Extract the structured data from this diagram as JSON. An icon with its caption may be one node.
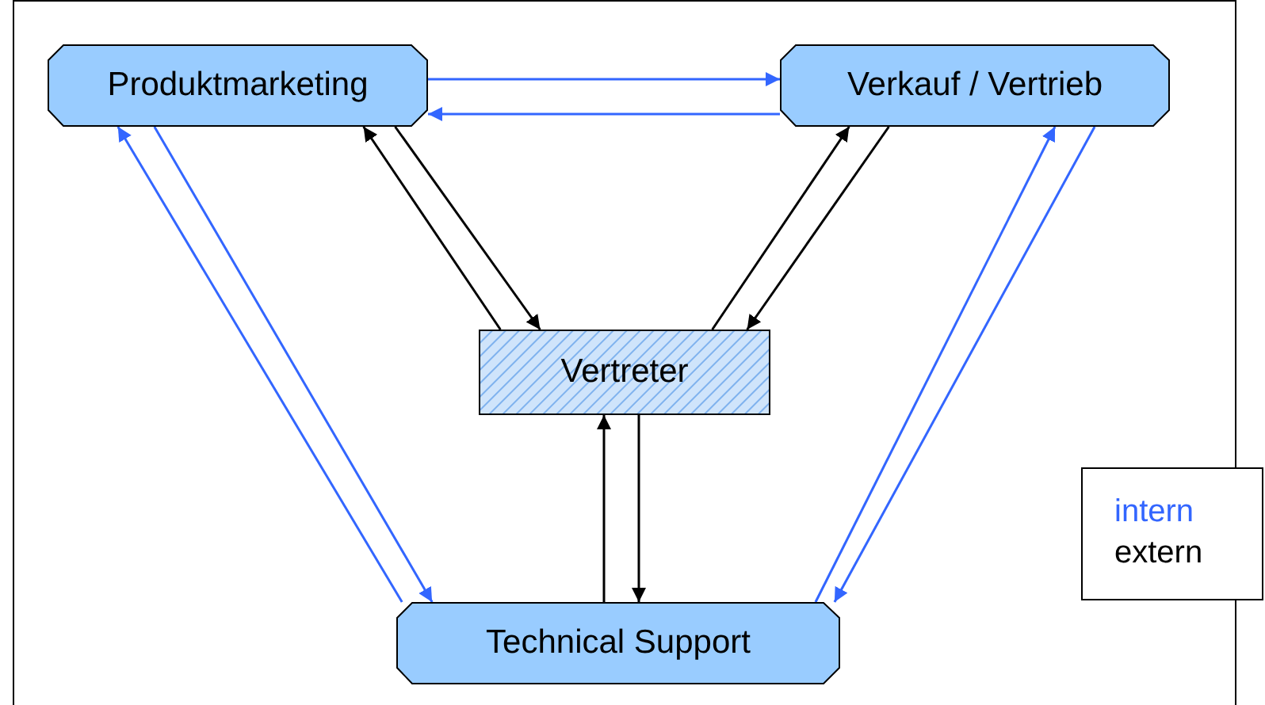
{
  "diagram": {
    "nodes": [
      {
        "text": [
          "Produktmarketing"
        ]
      },
      {
        "text": [
          "Verkauf / Vertrieb"
        ]
      },
      {
        "text": [
          "Vertreter"
        ]
      },
      {
        "text": [
          "Technical Support"
        ]
      }
    ],
    "edges": [
      {
        "from": 0,
        "to": 1,
        "arrow": "to",
        "color": "#3366ff"
      },
      {
        "from": 1,
        "to": 0,
        "arrow": "to",
        "color": "#3366ff"
      },
      {
        "from": 0,
        "to": 2,
        "arrow": "to",
        "color": "#000000"
      },
      {
        "from": 2,
        "to": 0,
        "arrow": "to",
        "color": "#000000"
      },
      {
        "from": 2,
        "to": 1,
        "arrow": "to",
        "color": "#000000"
      },
      {
        "from": 1,
        "to": 2,
        "arrow": "to",
        "color": "#000000"
      },
      {
        "from": 2,
        "to": 3,
        "arrow": "to",
        "color": "#000000"
      },
      {
        "from": 3,
        "to": 2,
        "arrow": "to",
        "color": "#000000"
      },
      {
        "from": 3,
        "to": 0,
        "arrow": "to",
        "color": "#3366ff"
      },
      {
        "from": 0,
        "to": 3,
        "arrow": "to",
        "color": "#3366ff"
      },
      {
        "from": 3,
        "to": 1,
        "arrow": "to",
        "color": "#3366ff"
      },
      {
        "from": 1,
        "to": 3,
        "arrow": "to",
        "color": "#3366ff"
      }
    ],
    "legend": [
      {
        "text": "intern",
        "color": "#3366ff"
      },
      {
        "text": "extern",
        "color": "#000000"
      }
    ]
  }
}
